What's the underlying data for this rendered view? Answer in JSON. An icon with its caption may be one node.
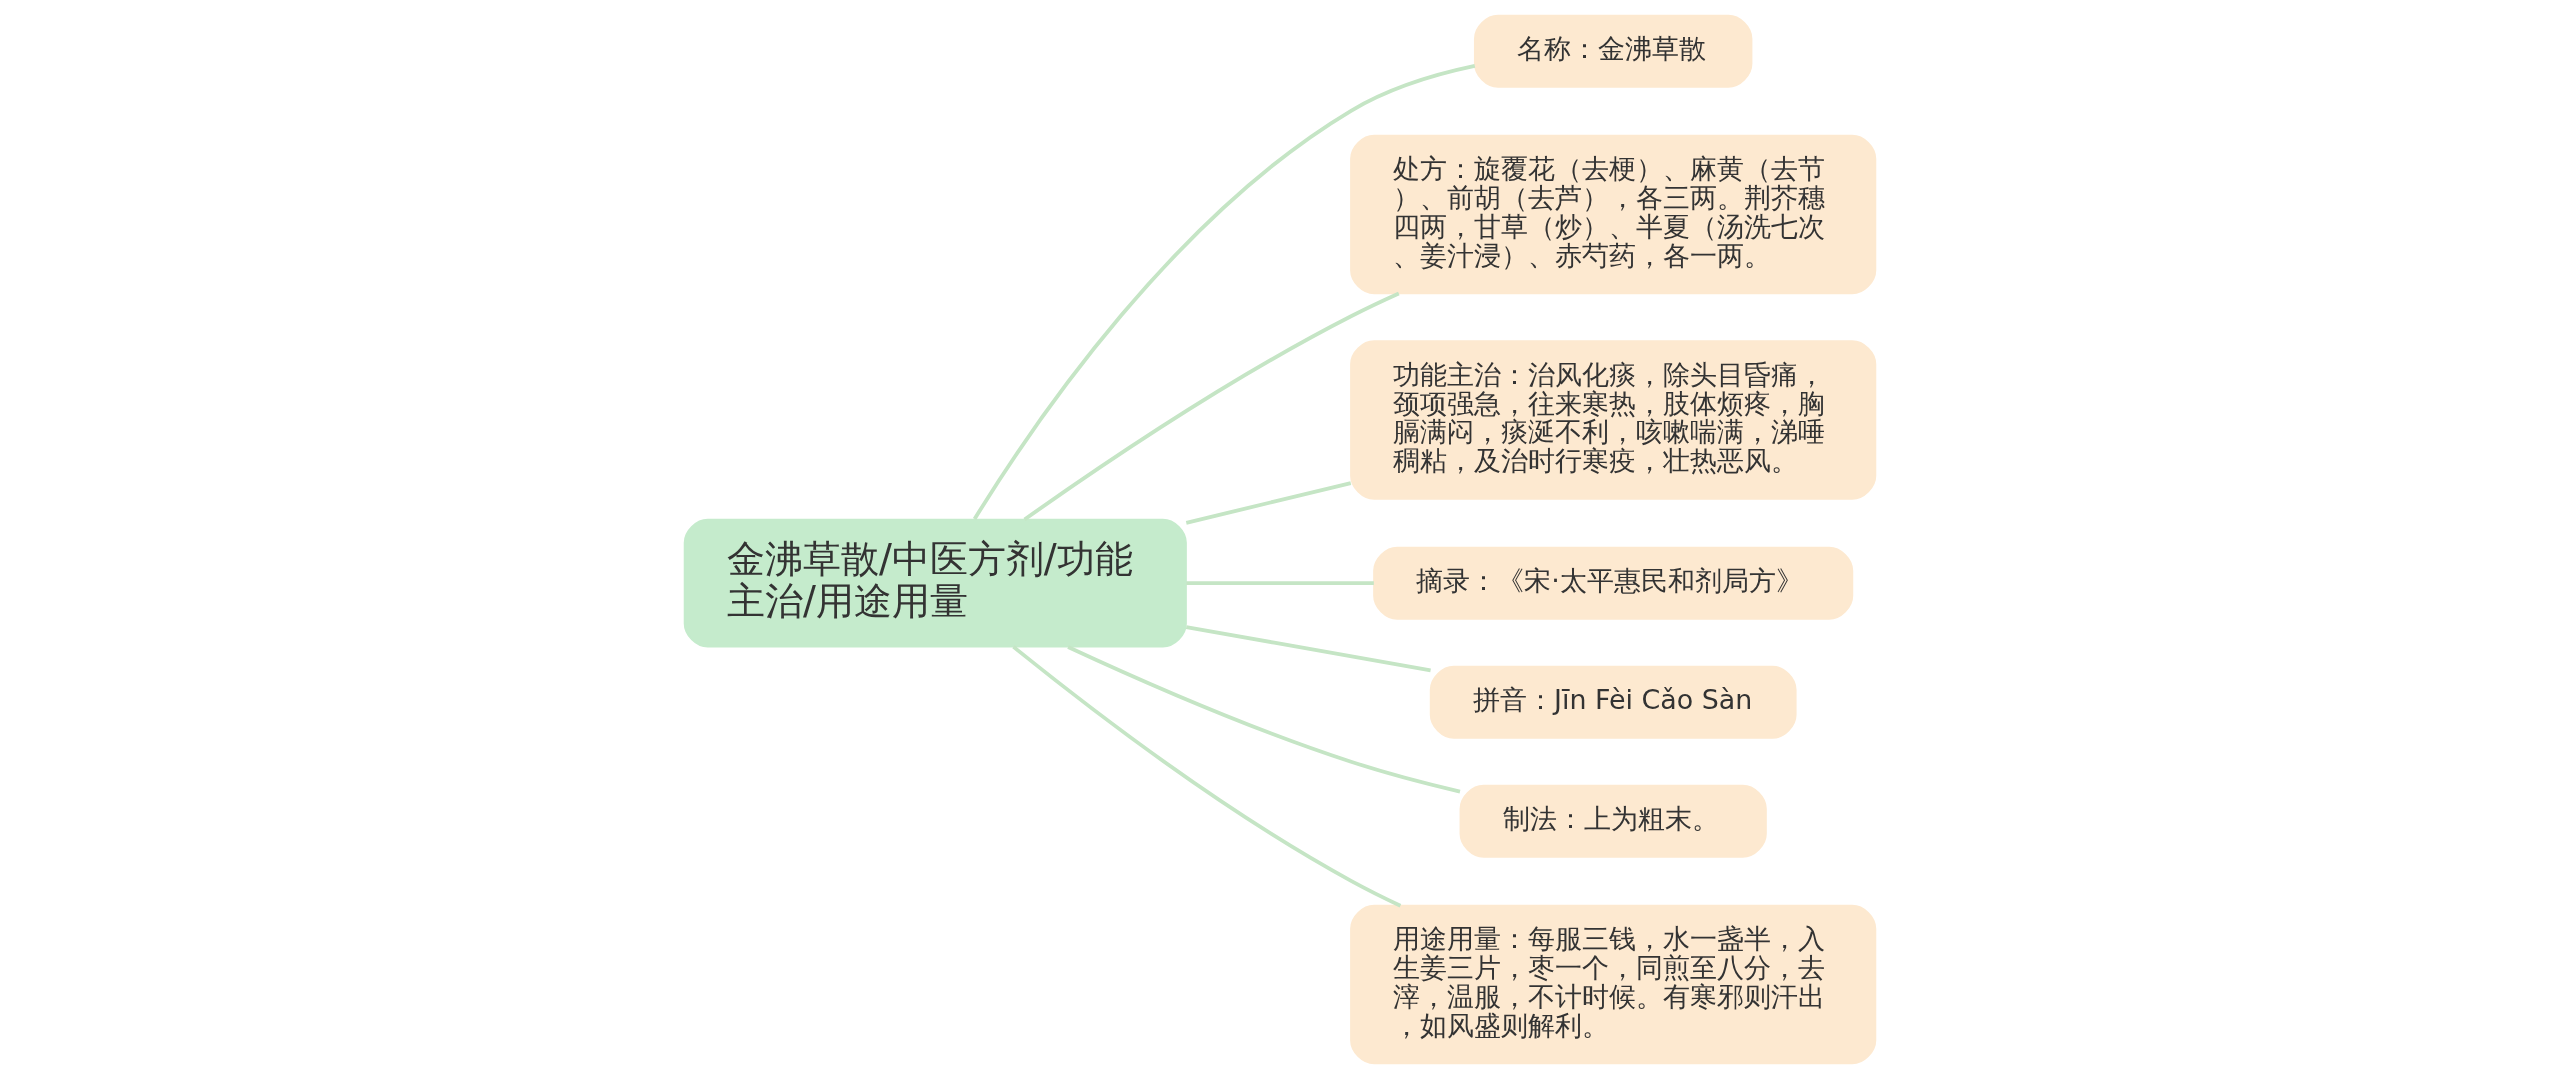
{
  "diagram": {
    "nodes": [
      {
        "text": [
          "金沸草散/中医方剂/功能主治/用途用量"
        ]
      },
      {
        "text": [
          "名称：金沸草散"
        ]
      },
      {
        "text": [
          "处方：旋覆花（去梗）、麻黄（去节）、前胡（去芦），各三两。荆芥穗四两，甘草（炒）、半夏（汤洗七次、姜汁浸）、赤芍药，各一两。"
        ]
      },
      {
        "text": [
          "功能主治：治风化痰，除头目昏痛，颈项强急，往来寒热，肢体烦疼，胸膈满闷，痰涎不利，咳嗽喘满，涕唾稠粘，及治时行寒疫，壮热恶风。"
        ]
      },
      {
        "text": [
          "摘录：《宋·太平惠民和剂局方》"
        ]
      },
      {
        "text": [
          "拼音：Jīn Fèi Cǎo Sàn"
        ]
      },
      {
        "text": [
          "制法：上为粗末。"
        ]
      },
      {
        "text": [
          "用途用量：每服三钱，水一盏半，入生姜三片，枣一个，同煎至八分，去滓，温服，不计时候。有寒邪则汗出，如风盛则解利。"
        ]
      }
    ],
    "edges": [
      {
        "from": 0,
        "to": 1,
        "arrow": "none"
      },
      {
        "from": 0,
        "to": 2,
        "arrow": "none"
      },
      {
        "from": 0,
        "to": 3,
        "arrow": "none"
      },
      {
        "from": 0,
        "to": 4,
        "arrow": "none"
      },
      {
        "from": 0,
        "to": 5,
        "arrow": "none"
      },
      {
        "from": 0,
        "to": 6,
        "arrow": "none"
      },
      {
        "from": 0,
        "to": 7,
        "arrow": "none"
      }
    ]
  }
}
